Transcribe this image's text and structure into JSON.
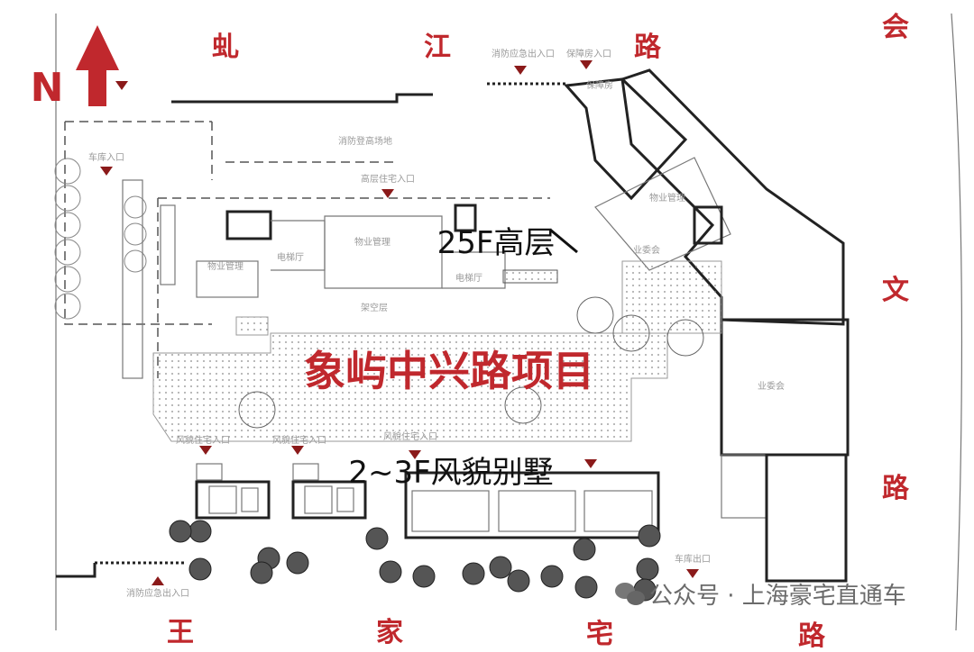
{
  "north": {
    "label": "N"
  },
  "roads": {
    "top": [
      "虬",
      "江",
      "路"
    ],
    "right": [
      "会",
      "文",
      "路"
    ],
    "bottom": [
      "王",
      "家",
      "宅",
      "路"
    ]
  },
  "project_title": "象屿中兴路项目",
  "highrise_label": "25F高层",
  "villa_label": "2~3F风貌别墅",
  "small_labels": {
    "fire_platform": "消防登高场地",
    "highrise_entrance": "高层住宅入口",
    "property_mgmt_1": "物业管理",
    "property_mgmt_2": "物业管理",
    "property_mgmt_3": "物业管理",
    "elevator_hall_1": "电梯厅",
    "elevator_hall_2": "电梯厅",
    "open_floor": "架空层",
    "owners_committee_1": "业委会",
    "owners_committee_2": "业委会",
    "affordable_housing": "保障房",
    "affordable_entrance": "保障房入口",
    "fire_exit_top": "消防应急出入口",
    "villa_entrance_1": "风貌住宅入口",
    "villa_entrance_2": "风貌住宅入口",
    "villa_entrance_3": "风貌住宅入口",
    "fire_exit_bottom": "消防应急出入口",
    "ground_entrance_left": "车库入口",
    "ground_entrance_right": "车库出口"
  },
  "watermark": "公众号 · 上海豪宅直通车",
  "colors": {
    "accent": "#c0282d",
    "marker": "#8b1a1a",
    "line": "#222222"
  }
}
